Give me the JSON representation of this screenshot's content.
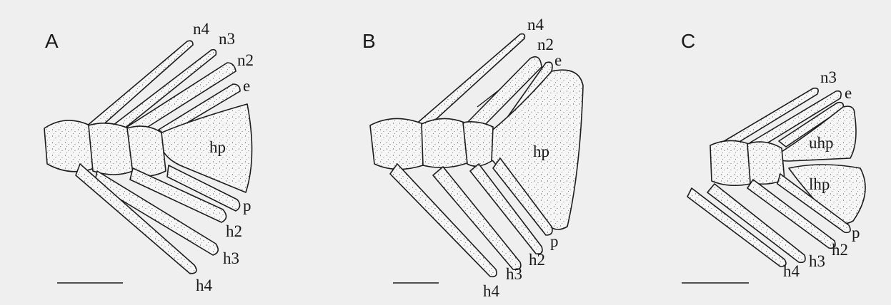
{
  "panels": [
    {
      "letter": "A",
      "labels": {
        "n4": "n4",
        "n3": "n3",
        "n2": "n2",
        "e": "e",
        "hp": "hp",
        "p": "p",
        "h2": "h2",
        "h3": "h3",
        "h4": "h4"
      }
    },
    {
      "letter": "B",
      "labels": {
        "n4": "n4",
        "n2": "n2",
        "e": "e",
        "hp": "hp",
        "p": "p",
        "h2": "h2",
        "h3": "h3",
        "h4": "h4"
      }
    },
    {
      "letter": "C",
      "labels": {
        "n3": "n3",
        "e": "e",
        "uhp": "uhp",
        "lhp": "lhp",
        "p": "p",
        "h2": "h2",
        "h3": "h3",
        "h4": "h4"
      }
    }
  ],
  "colors": {
    "background": "#efefef",
    "ink": "#1a1a1a"
  }
}
